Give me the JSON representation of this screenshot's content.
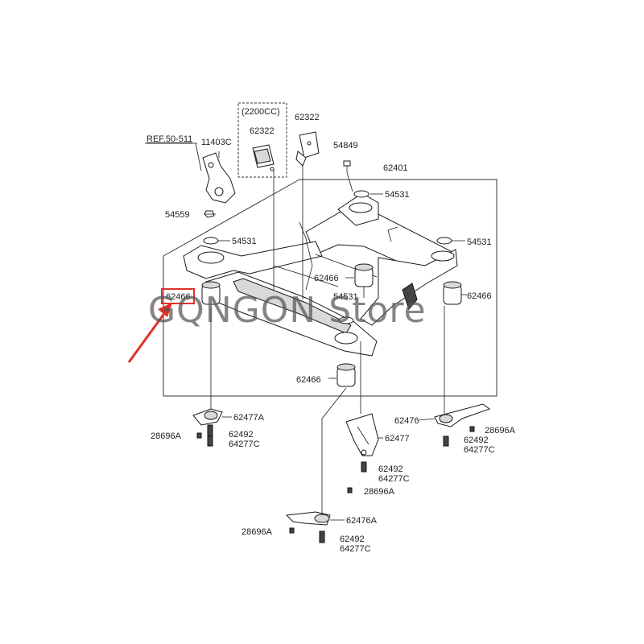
{
  "diagram": {
    "group_note": "(2200CC)",
    "reference": "REF.50-511",
    "watermark": "GQNGON Store",
    "highlight_color": "#e0302a",
    "labels": {
      "p62322_a": "62322",
      "p62322_b": "62322",
      "p11403c": "11403C",
      "p54849": "54849",
      "p62401": "62401",
      "p54531_top": "54531",
      "p54559": "54559",
      "p54531_left": "54531",
      "p54531_right": "54531",
      "p62466_center": "62466",
      "p62466_left": "62466",
      "p54531_mid": "54531",
      "p62466_right": "62466",
      "p62466_bottom": "62466",
      "p62477a": "62477A",
      "p28696a_left": "28696A",
      "p62492_left": "62492",
      "p64277c_left": "64277C",
      "p62476": "62476",
      "p28696a_right": "28696A",
      "p62492_right": "62492",
      "p64277c_right": "64277C",
      "p62477": "62477",
      "p62492_center": "62492",
      "p64277c_center": "64277C",
      "p28696a_center": "28696A",
      "p62476a": "62476A",
      "p28696a_bottom": "28696A",
      "p62492_bottom": "62492",
      "p64277c_bottom": "64277C"
    }
  }
}
